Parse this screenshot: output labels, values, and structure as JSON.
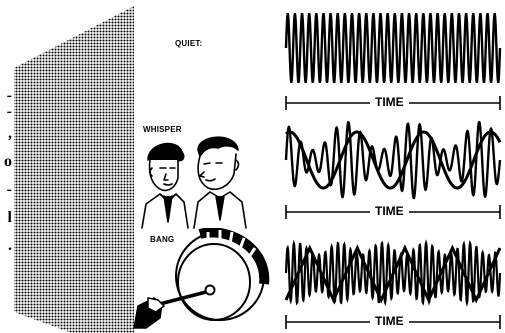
{
  "labels": {
    "quiet": "QUIET:",
    "whisper": "WHISPER",
    "bang": "BANG"
  },
  "panels": [
    {
      "name": "quiet",
      "axis_label": "TIME"
    },
    {
      "name": "whisper",
      "axis_label": "TIME"
    },
    {
      "name": "bang",
      "axis_label": "TIME"
    }
  ],
  "left_margin_glyphs": [
    "-",
    "-",
    ",",
    "o",
    "-",
    "l",
    "."
  ],
  "illustrations": {
    "whisper": "two-men-whispering",
    "bang": "drum-and-mallet"
  }
}
